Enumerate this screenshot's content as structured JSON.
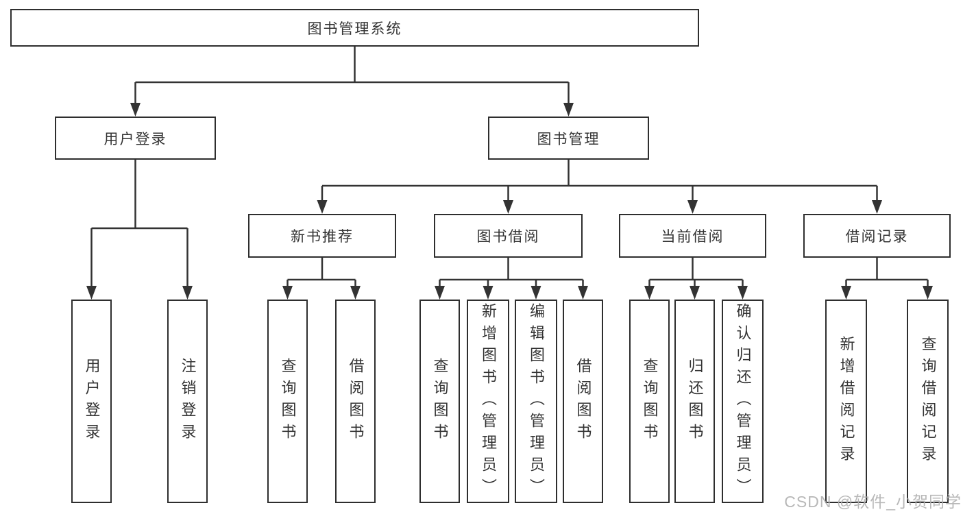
{
  "tree": {
    "label": "图书管理系统",
    "children": [
      {
        "label": "用户登录",
        "children": [
          {
            "label": "用户登录"
          },
          {
            "label": "注销登录"
          }
        ]
      },
      {
        "label": "图书管理",
        "children": [
          {
            "label": "新书推荐",
            "children": [
              {
                "label": "查询图书"
              },
              {
                "label": "借阅图书"
              }
            ]
          },
          {
            "label": "图书借阅",
            "children": [
              {
                "label": "查询图书"
              },
              {
                "label": "新增图书（管理员）"
              },
              {
                "label": "编辑图书（管理员）"
              },
              {
                "label": "借阅图书"
              }
            ]
          },
          {
            "label": "当前借阅",
            "children": [
              {
                "label": "查询图书"
              },
              {
                "label": "归还图书"
              },
              {
                "label": "确认归还（管理员）"
              }
            ]
          },
          {
            "label": "借阅记录",
            "children": [
              {
                "label": "新增借阅记录"
              },
              {
                "label": "查询借阅记录"
              }
            ]
          }
        ]
      }
    ]
  },
  "watermark": "CSDN @软件_小贺同学",
  "colors": {
    "line": "#333333",
    "border": "#2e2e2e",
    "text": "#333333",
    "watermark": "#b0b0b0",
    "background": "#ffffff"
  }
}
